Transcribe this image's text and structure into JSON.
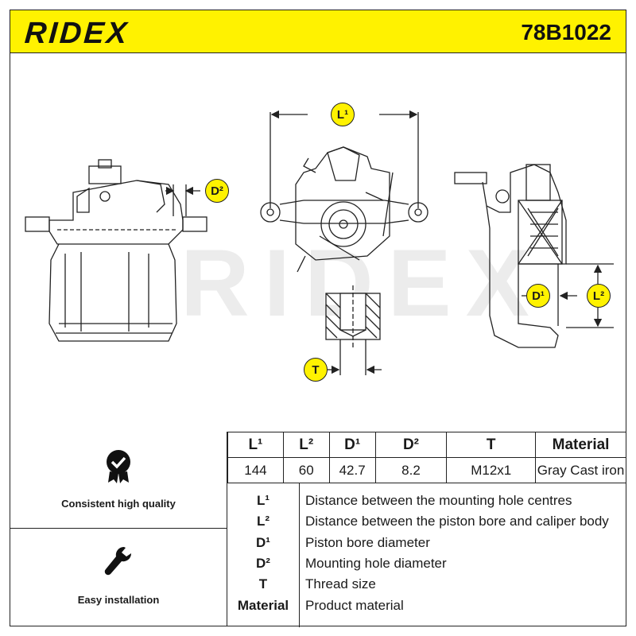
{
  "header": {
    "brand": "RIDEX",
    "part_number": "78B1022"
  },
  "drawing": {
    "watermark": "RIDEX",
    "dimension_badges": {
      "L1": "L¹",
      "D2": "D²",
      "D1": "D¹",
      "L2": "L²",
      "T": "T"
    }
  },
  "features": [
    {
      "icon": "quality-badge-icon",
      "label": "Consistent high quality"
    },
    {
      "icon": "wrench-icon",
      "label": "Easy installation"
    }
  ],
  "spec_table": {
    "headers": [
      "L¹",
      "L²",
      "D¹",
      "D²",
      "T",
      "Material"
    ],
    "values": [
      "144",
      "60",
      "42.7",
      "8.2",
      "M12x1",
      "Gray Cast iron"
    ]
  },
  "legend": [
    {
      "key": "L¹",
      "text": "Distance between the mounting hole centres"
    },
    {
      "key": "L²",
      "text": "Distance between the piston bore and caliper body"
    },
    {
      "key": "D¹",
      "text": "Piston bore diameter"
    },
    {
      "key": "D²",
      "text": "Mounting hole diameter"
    },
    {
      "key": "T",
      "text": "Thread size"
    },
    {
      "key": "Material",
      "text": "Product material"
    }
  ],
  "colors": {
    "accent": "#fff200",
    "line": "#222222"
  }
}
